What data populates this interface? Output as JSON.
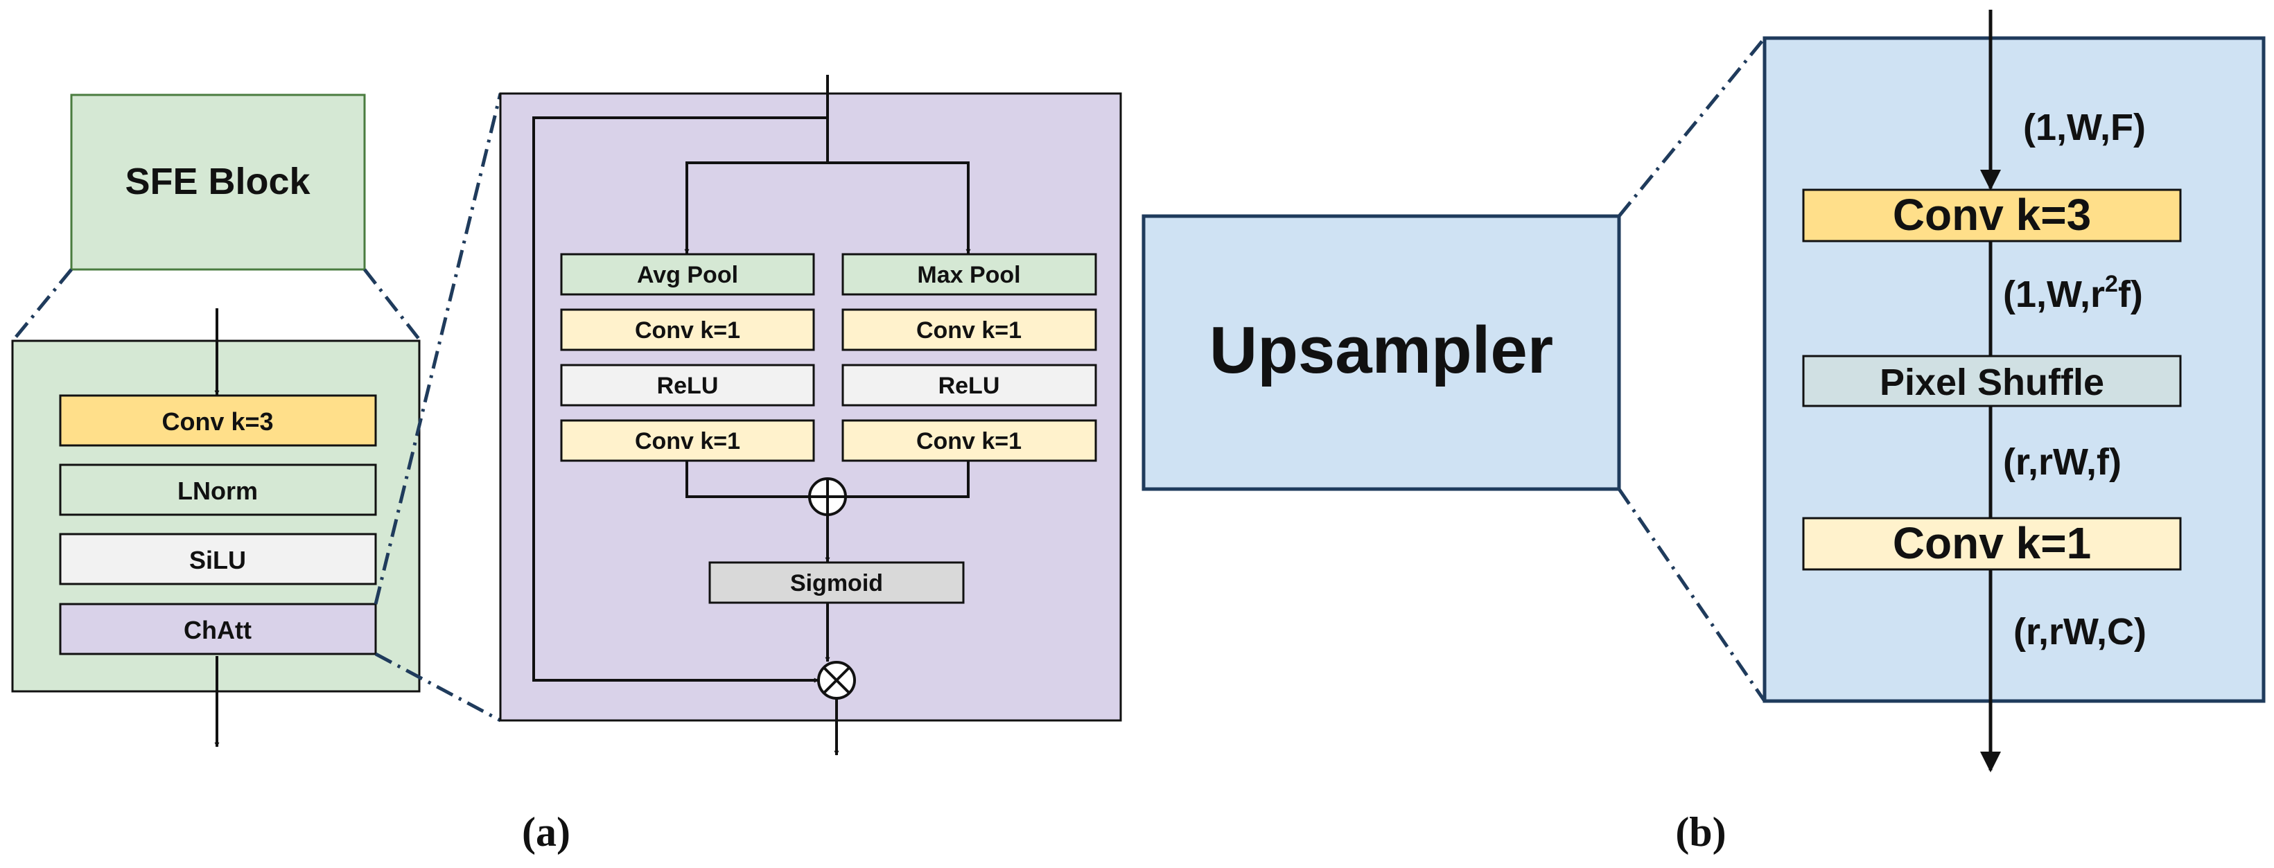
{
  "panel_a": {
    "sfe_block_label": "SFE Block",
    "sfe_layers": [
      "Conv k=3",
      "LNorm",
      "SiLU",
      "ChAtt"
    ],
    "chatt": {
      "left_branch": [
        "Avg Pool",
        "Conv k=1",
        "ReLU",
        "Conv k=1"
      ],
      "right_branch": [
        "Max Pool",
        "Conv k=1",
        "ReLU",
        "Conv k=1"
      ],
      "sigmoid_label": "Sigmoid"
    },
    "caption": "(a)"
  },
  "panel_b": {
    "upsampler_label": "Upsampler",
    "shape_1": "(1,W,F)",
    "conv3_label": "Conv k=3",
    "shape_2_prefix": "(1,W,r",
    "shape_2_sup": "2",
    "shape_2_suffix": "f)",
    "pixel_shuffle_label": "Pixel Shuffle",
    "shape_3": "(r,rW,f)",
    "conv1_label": "Conv k=1",
    "shape_4": "(r,rW,C)",
    "caption": "(b)"
  },
  "colors": {
    "sfe_green": "#d5e8d4",
    "sfe_border": "#4a7c3f",
    "chatt_purple": "#d9d2e9",
    "conv3_yellow": "#ffdf8a",
    "conv1_cream": "#fff2cc",
    "relu_gray": "#f2f2f2",
    "sigmoid_gray": "#d9d9d9",
    "upsampler_blue": "#cfe2f3",
    "upsampler_border": "#1f3b5c",
    "pixel_shuffle": "#d0e0e3"
  }
}
